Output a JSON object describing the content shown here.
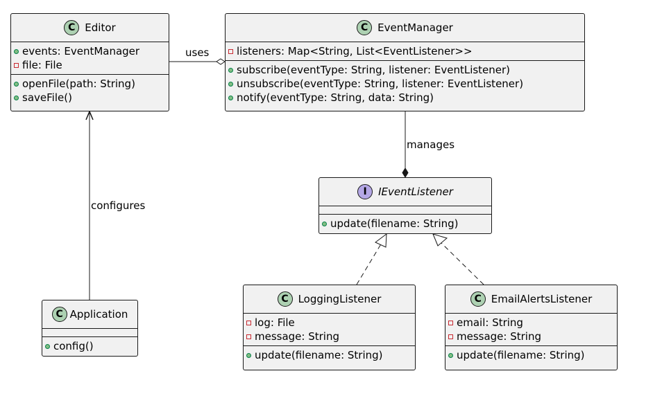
{
  "colors": {
    "class_fill": "#f1f1f1",
    "border": "#181818",
    "class_badge": "#add1b2",
    "interface_badge": "#b4a7e5",
    "public_marker": "#84be84",
    "private_marker": "#c82930"
  },
  "classes": {
    "editor": {
      "stereotype": "C",
      "name": "Editor",
      "attributes": [
        {
          "visibility": "public",
          "text": "events: EventManager"
        },
        {
          "visibility": "private",
          "text": "file: File"
        }
      ],
      "methods": [
        {
          "visibility": "public",
          "text": "openFile(path: String)"
        },
        {
          "visibility": "public",
          "text": "saveFile()"
        }
      ]
    },
    "event_manager": {
      "stereotype": "C",
      "name": "EventManager",
      "attributes": [
        {
          "visibility": "private",
          "text": "listeners: Map<String, List<EventListener>>"
        }
      ],
      "methods": [
        {
          "visibility": "public",
          "text": "subscribe(eventType: String, listener: EventListener)"
        },
        {
          "visibility": "public",
          "text": "unsubscribe(eventType: String, listener: EventListener)"
        },
        {
          "visibility": "public",
          "text": "notify(eventType: String, data: String)"
        }
      ]
    },
    "ievent_listener": {
      "stereotype": "I",
      "name": "IEventListener",
      "attributes": [],
      "methods": [
        {
          "visibility": "public",
          "text": "update(filename: String)"
        }
      ]
    },
    "application": {
      "stereotype": "C",
      "name": "Application",
      "attributes": [],
      "methods": [
        {
          "visibility": "public",
          "text": "config()"
        }
      ]
    },
    "logging_listener": {
      "stereotype": "C",
      "name": "LoggingListener",
      "attributes": [
        {
          "visibility": "private",
          "text": "log: File"
        },
        {
          "visibility": "private",
          "text": "message: String"
        }
      ],
      "methods": [
        {
          "visibility": "public",
          "text": "update(filename: String)"
        }
      ]
    },
    "email_alerts_listener": {
      "stereotype": "C",
      "name": "EmailAlertsListener",
      "attributes": [
        {
          "visibility": "private",
          "text": "email: String"
        },
        {
          "visibility": "private",
          "text": "message: String"
        }
      ],
      "methods": [
        {
          "visibility": "public",
          "text": "update(filename: String)"
        }
      ]
    }
  },
  "relations": {
    "uses": "uses",
    "manages": "manages",
    "configures": "configures"
  }
}
